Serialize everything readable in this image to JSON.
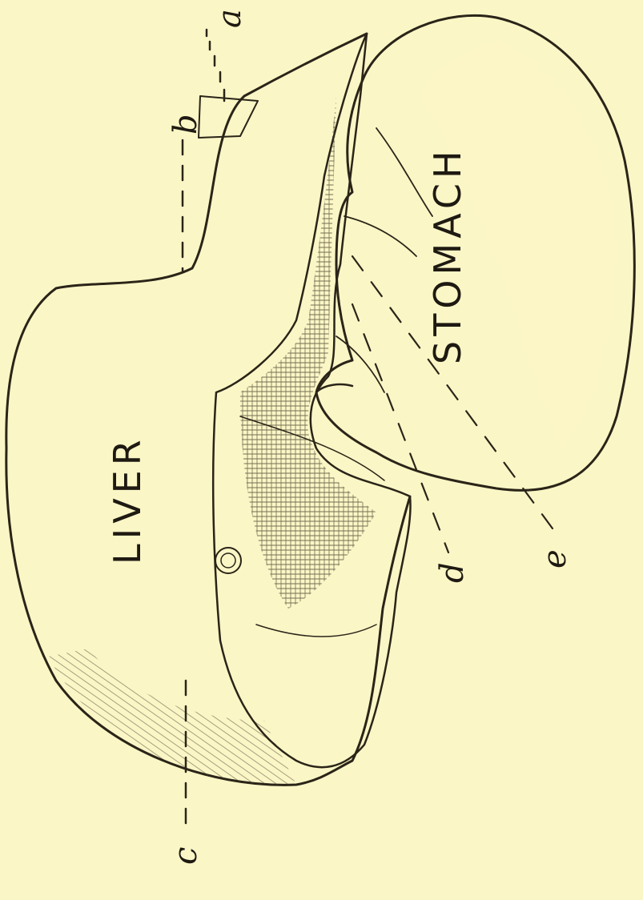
{
  "organs": {
    "liver": "LIVER",
    "stomach": "STOMACH"
  },
  "section_letters": [
    "a",
    "b",
    "c",
    "d",
    "e"
  ],
  "colors": {
    "paper": "#fbf6c6",
    "ink": "#2a2418"
  }
}
